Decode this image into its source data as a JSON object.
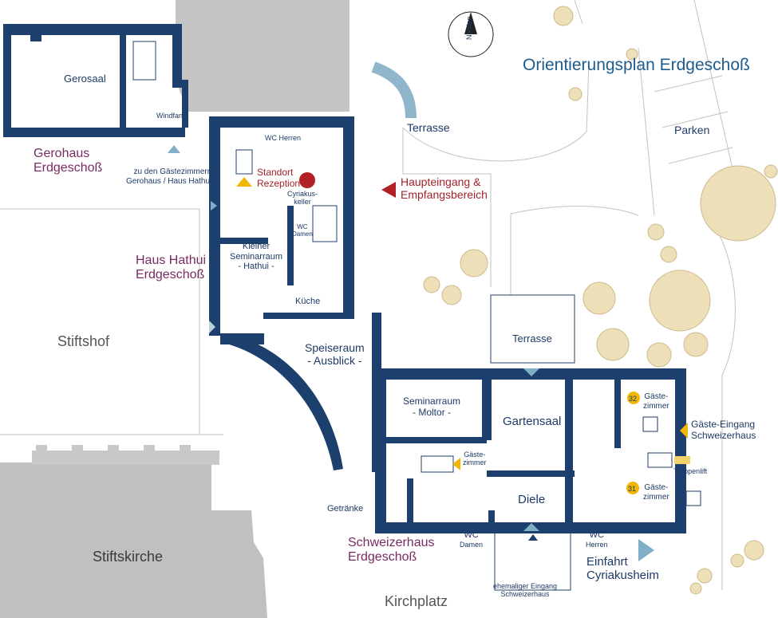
{
  "title": "Orientierungsplan Erdgeschoß",
  "compass": {
    "label": "Norden"
  },
  "colors": {
    "wall": "#1d3f6e",
    "ground": "#bdbdbd",
    "tree": "#ede0b8",
    "tree_edge": "#cdb98c",
    "marker_red": "#b32025",
    "marker_yellow": "#f2b705",
    "marker_blue": "#7fb0c8",
    "path": "#c8c8c8"
  },
  "buildings": {
    "gerohaus": {
      "line1": "Gerohaus",
      "line2": "Erdgeschoß"
    },
    "hathui": {
      "line1": "Haus Hathui",
      "line2": "Erdgeschoß"
    },
    "schweizerhaus": {
      "line1": "Schweizerhaus",
      "line2": "Erdgeschoß"
    }
  },
  "rooms": {
    "gerosaal": "Gerosaal",
    "windfang": "Windfang",
    "wc_herren_top": "WC Herren",
    "cyriakus_1": "Cyriakus-",
    "cyriakus_2": "keller",
    "wc_damen_1": "WC",
    "wc_damen_2": "Damen",
    "seminar_hathui_1": "Kleiner",
    "seminar_hathui_2": "Seminarraum",
    "seminar_hathui_3": "- Hathui -",
    "kueche": "Küche",
    "speiseraum_1": "Speiseraum",
    "speiseraum_2": "- Ausblick -",
    "seminar_moltor_1": "Seminarraum",
    "seminar_moltor_2": "- Moltor -",
    "gartensaal": "Gartensaal",
    "diele": "Diele",
    "gaeste_small_1": "Gäste-",
    "gaeste_small_2": "zimmer",
    "getraenke": "Getränke",
    "wc_damen_bottom_1": "WC",
    "wc_damen_bottom_2": "Damen",
    "wc_herren_bottom_1": "WC",
    "wc_herren_bottom_2": "Herren",
    "terrasse_inner": "Terrasse",
    "gaeste_32_1": "Gäste-",
    "gaeste_32_2": "zimmer",
    "gaeste_31_1": "Gäste-",
    "gaeste_31_2": "zimmer",
    "treppenlift": "Treppenlift"
  },
  "room_numbers": {
    "room_32": "32",
    "room_31": "31"
  },
  "labels": {
    "terrasse_top": "Terrasse",
    "parken": "Parken",
    "stiftshof": "Stiftshof",
    "stiftskirche": "Stiftskirche",
    "kirchplatz": "Kirchplatz",
    "gaestezimmern_1": "zu den Gästezimmern",
    "gaestezimmern_2": "Gerohaus / Haus Hathui",
    "standort_1": "Standort",
    "standort_2": "Rezeption",
    "haupteingang_1": "Haupteingang &",
    "haupteingang_2": "Empfangsbereich",
    "gaeste_eingang_1": "Gäste-Eingang",
    "gaeste_eingang_2": "Schweizerhaus",
    "einfahrt_1": "Einfahrt",
    "einfahrt_2": "Cyriakusheim",
    "ehem_1": "ehemaliger Eingang",
    "ehem_2": "Schweizerhaus"
  }
}
